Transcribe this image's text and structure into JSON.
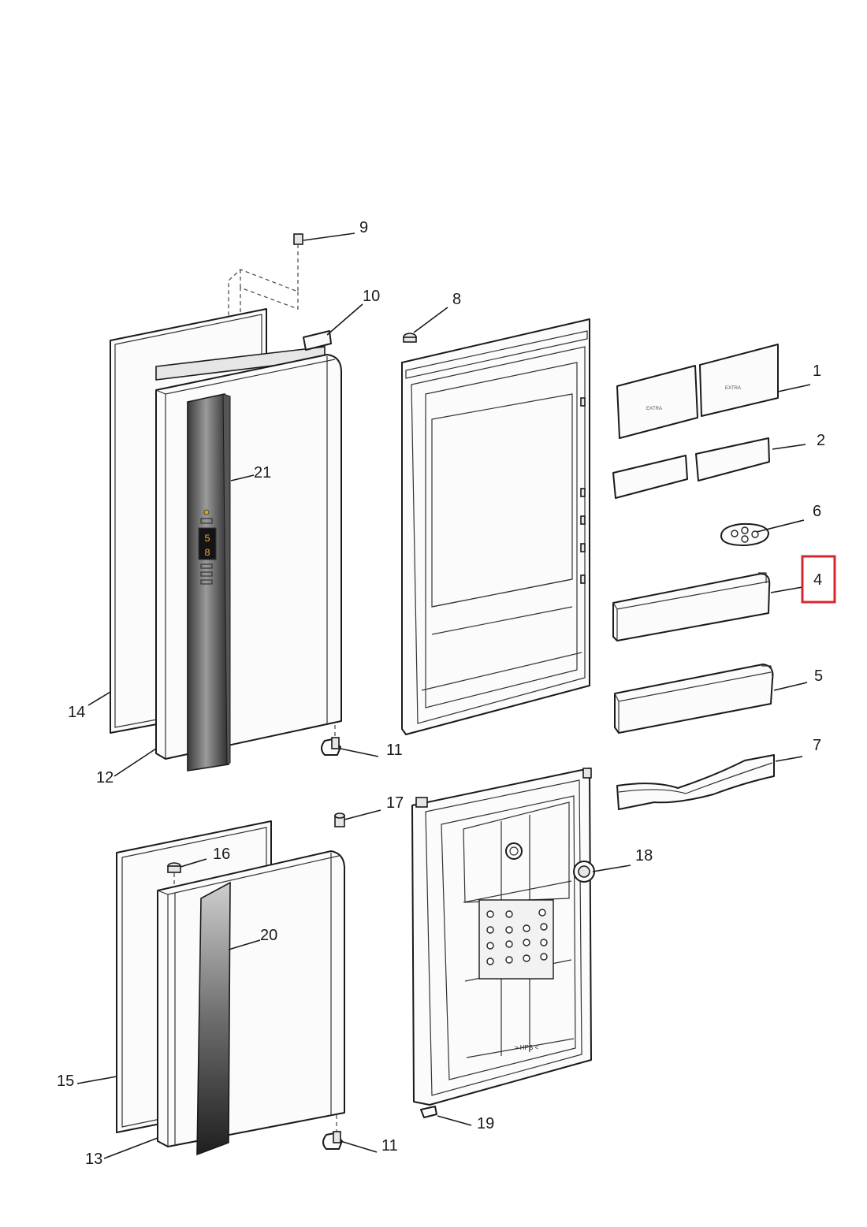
{
  "highlight_color": "#d7262e",
  "line_color": "#1a1a1a",
  "callouts": [
    {
      "label": "1"
    },
    {
      "label": "2"
    },
    {
      "label": "4",
      "highlighted": true
    },
    {
      "label": "5"
    },
    {
      "label": "6"
    },
    {
      "label": "7"
    },
    {
      "label": "8"
    },
    {
      "label": "9"
    },
    {
      "label": "10"
    },
    {
      "label": "11"
    },
    {
      "label": "11"
    },
    {
      "label": "12"
    },
    {
      "label": "13"
    },
    {
      "label": "14"
    },
    {
      "label": "15"
    },
    {
      "label": "16"
    },
    {
      "label": "17"
    },
    {
      "label": "18"
    },
    {
      "label": "19"
    },
    {
      "label": "20"
    },
    {
      "label": "21"
    }
  ],
  "display": {
    "digit_top": "5",
    "digit_bottom": "8"
  },
  "freezer_label": "> HPS <",
  "shelf_label": "EXTRA"
}
